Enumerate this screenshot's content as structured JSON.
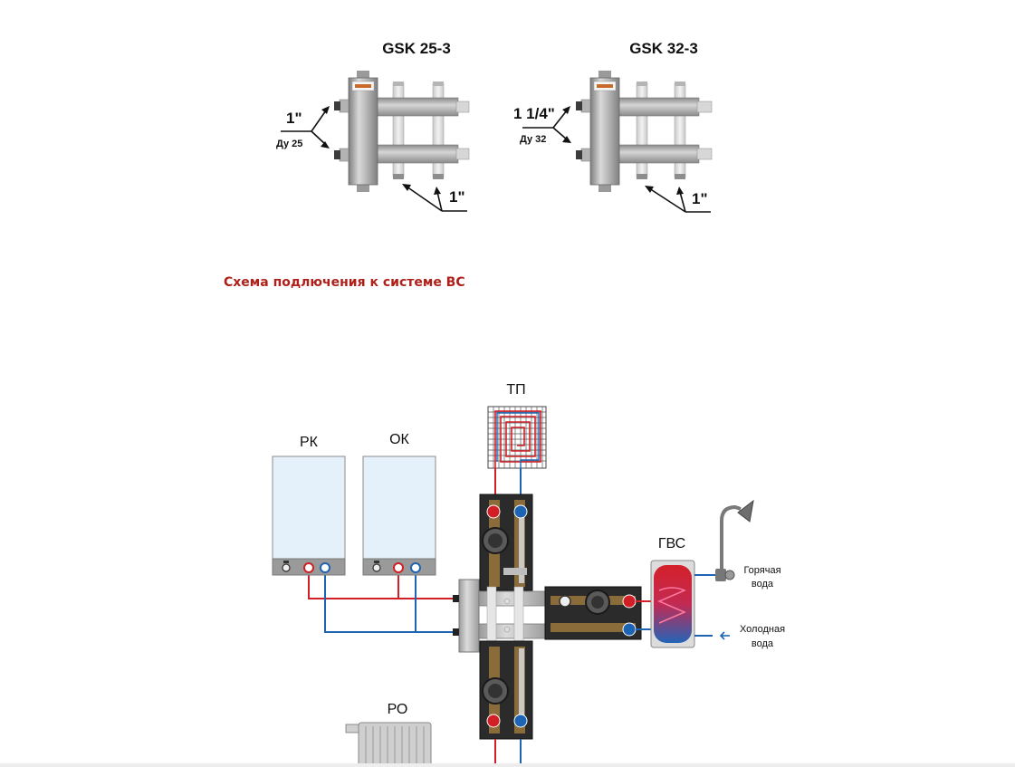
{
  "manifolds": [
    {
      "model": "GSK 25-3",
      "inlet_size": "1\"",
      "inlet_dn": "Ду 25",
      "outlet_size": "1\""
    },
    {
      "model": "GSK 32-3",
      "inlet_size": "1 1/4\"",
      "inlet_dn": "Ду 32",
      "outlet_size": "1\""
    }
  ],
  "section_title": "Схема подлючения к системе ВС",
  "scheme": {
    "boiler_1": "РК",
    "boiler_2": "ОК",
    "floor_heating": "ТП",
    "hot_water_tank": "ГВС",
    "radiator": "РО",
    "hot_water_1": "Горячая",
    "hot_water_2": "вода",
    "cold_water_1": "Холодная",
    "cold_water_2": "вода"
  },
  "colors": {
    "accent": "#b0201a",
    "supply": "#d21f26",
    "return": "#1e64b4",
    "steel": "#a9a9a9",
    "panel": "#e4f1fb"
  }
}
